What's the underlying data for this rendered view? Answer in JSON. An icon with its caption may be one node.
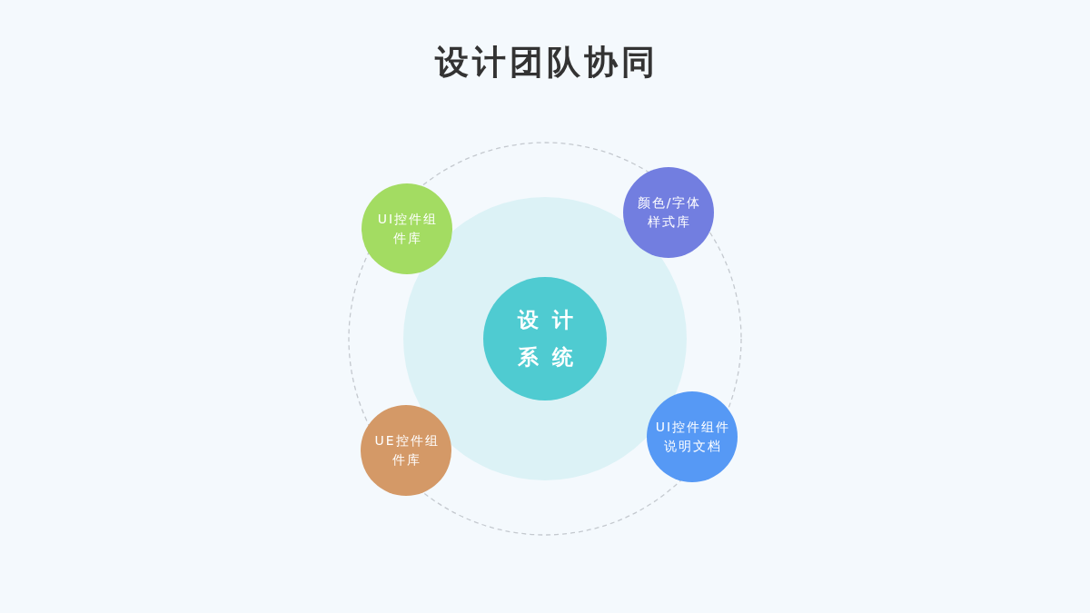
{
  "diagram": {
    "title": "设计团队协同",
    "nodes": [
      {
        "text": [
          "UI控件组件库"
        ]
      },
      {
        "text": [
          "颜色/字体样式库"
        ]
      },
      {
        "text": [
          "设计系统"
        ]
      },
      {
        "text": [
          "UE控件组件库"
        ]
      },
      {
        "text": [
          "UI控件组件说明文档"
        ]
      }
    ]
  }
}
